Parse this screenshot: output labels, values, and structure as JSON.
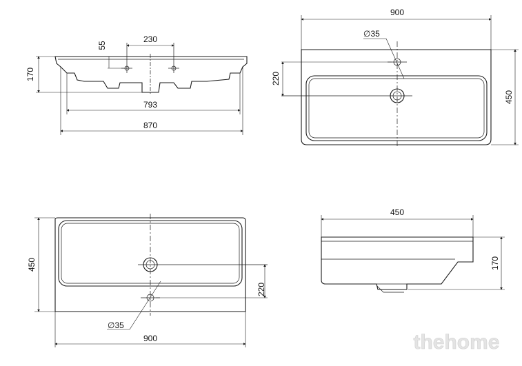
{
  "views": {
    "front": {
      "dim_depth": "170",
      "dim_spacing": "230",
      "dim_offset": "55",
      "dim_inner": "793",
      "dim_total": "870"
    },
    "top": {
      "dim_width": "900",
      "dim_hole": "∅35",
      "dim_hole_offset": "220",
      "dim_depth": "450"
    },
    "top2": {
      "dim_depth": "450",
      "dim_hole_offset": "220",
      "dim_hole": "∅35",
      "dim_width": "900"
    },
    "side": {
      "dim_width": "450",
      "dim_height": "170"
    }
  },
  "watermark": "thehome"
}
